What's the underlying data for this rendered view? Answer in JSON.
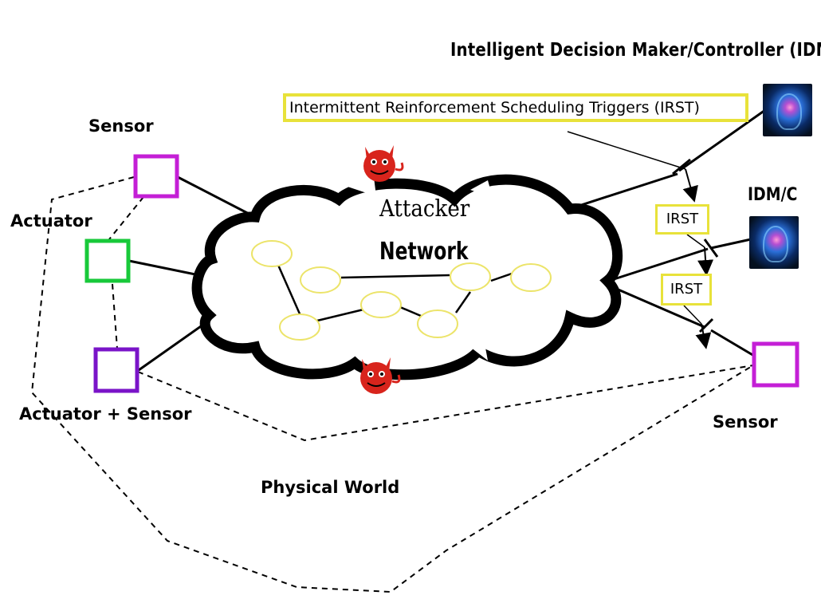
{
  "title": "Intelligent Decision Maker/Controller (IDM/C)",
  "irst_main_label": "Intermittent Reinforcement Scheduling Triggers (IRST)",
  "irst_small_1": "IRST",
  "irst_small_2": "IRST",
  "idmc_label": "IDM/C",
  "attacker_label": "Attacker",
  "network_label": "Network",
  "sensor_top_label": "Sensor",
  "actuator_label": "Actuator",
  "actuator_sensor_label": "Actuator + Sensor",
  "sensor_right_label": "Sensor",
  "physical_world_label": "Physical World",
  "colors": {
    "sensor": "#c41fd6",
    "actuator": "#18c93a",
    "actuator_sensor": "#7a14c8",
    "irst_border": "#e8e23a",
    "network_node": "#ece46a",
    "devil": "#d8241c"
  },
  "icons": {
    "attacker": "devil-icon",
    "controller": "brain-icon"
  }
}
